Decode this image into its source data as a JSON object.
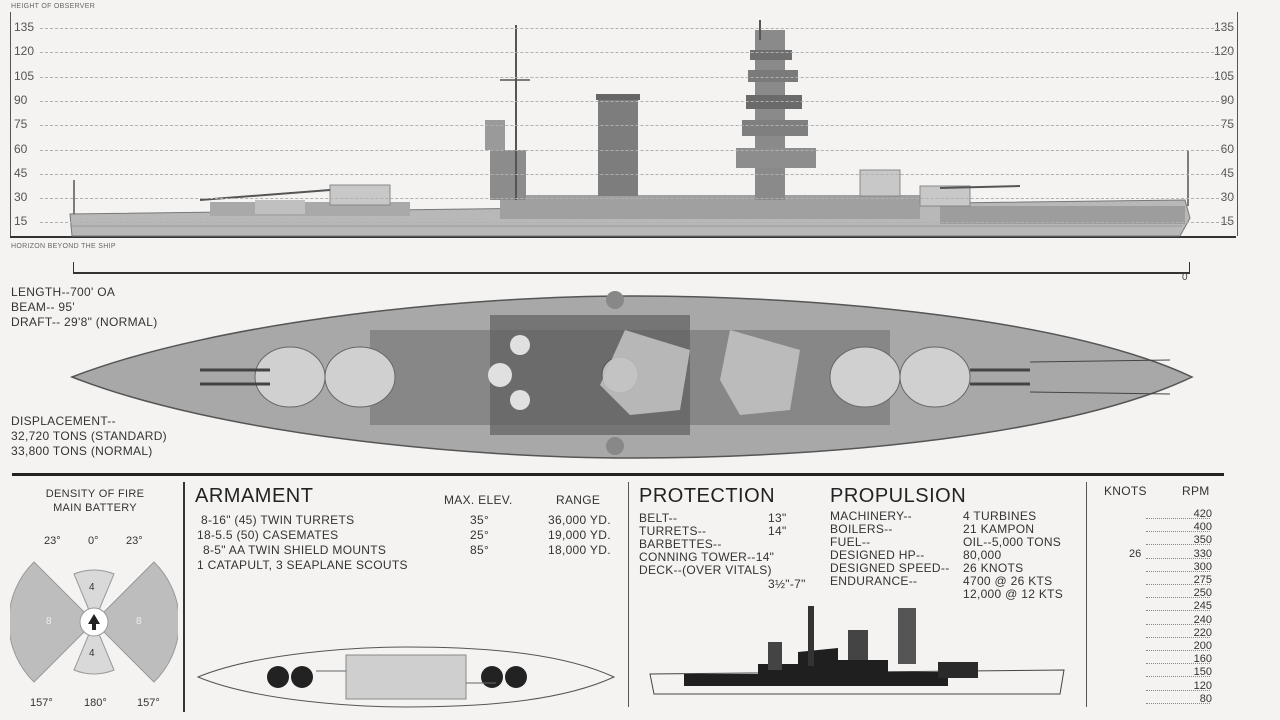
{
  "profile": {
    "top_label": "HEIGHT OF OBSERVER",
    "bottom_label": "HORIZON BEYOND THE SHIP",
    "scale": [
      "135",
      "120",
      "105",
      "90",
      "75",
      "60",
      "45",
      "30",
      "15"
    ],
    "ruler_zero": "0"
  },
  "dimensions": {
    "length": "LENGTH--700' OA",
    "beam": "BEAM--   95'",
    "draft": "DRAFT--   29'8\" (NORMAL)"
  },
  "displacement": {
    "label": "DISPLACEMENT--",
    "standard": "32,720 TONS (STANDARD)",
    "normal": "33,800 TONS (NORMAL)"
  },
  "density": {
    "title_line1": "DENSITY OF FIRE",
    "title_line2": "MAIN BATTERY",
    "top_angles": [
      "23°",
      "0°",
      "23°"
    ],
    "bottom_angles": [
      "157°",
      "180°",
      "157°"
    ],
    "sector_top": "4",
    "sector_bottom": "4",
    "sector_left": "8",
    "sector_right": "8"
  },
  "armament": {
    "title": "ARMAMENT",
    "col_elev": "MAX. ELEV.",
    "col_range": "RANGE",
    "rows": [
      {
        "desc": "8-16\" (45) TWIN TURRETS",
        "elev": "35°",
        "range": "36,000 YD."
      },
      {
        "desc": "18-5.5 (50) CASEMATES",
        "elev": "25°",
        "range": "19,000 YD."
      },
      {
        "desc": "8-5\" AA TWIN SHIELD MOUNTS",
        "elev": "85°",
        "range": "18,000 YD."
      },
      {
        "desc": "1 CATAPULT, 3 SEAPLANE SCOUTS",
        "elev": "",
        "range": ""
      }
    ]
  },
  "protection": {
    "title": "PROTECTION",
    "rows": [
      {
        "label": "BELT--",
        "value": "13\""
      },
      {
        "label": "TURRETS--",
        "value": "14\""
      },
      {
        "label": "BARBETTES--",
        "value": ""
      },
      {
        "label": "CONNING TOWER--14\"",
        "value": ""
      },
      {
        "label": "DECK--(OVER VITALS)",
        "value": ""
      }
    ],
    "deck_value": "3½\"-7\""
  },
  "propulsion": {
    "title": "PROPULSION",
    "rows": [
      {
        "label": "MACHINERY--",
        "value": "4 TURBINES"
      },
      {
        "label": "BOILERS--",
        "value": "21 KAMPON"
      },
      {
        "label": "FUEL--",
        "value": "OIL--5,000 TONS"
      },
      {
        "label": "DESIGNED HP--",
        "value": "80,000"
      },
      {
        "label": "DESIGNED SPEED--",
        "value": "26 KNOTS"
      },
      {
        "label": "ENDURANCE--",
        "value": "4700 @ 26 KTS"
      },
      {
        "label": "",
        "value": "12,000 @ 12 KTS"
      }
    ]
  },
  "speed_table": {
    "knots_header": "KNOTS",
    "rpm_header": "RPM",
    "knots_marker": "26",
    "rpm": [
      "420",
      "400",
      "350",
      "330",
      "300",
      "275",
      "250",
      "245",
      "240",
      "220",
      "200",
      "160",
      "150",
      "120",
      "80"
    ]
  }
}
